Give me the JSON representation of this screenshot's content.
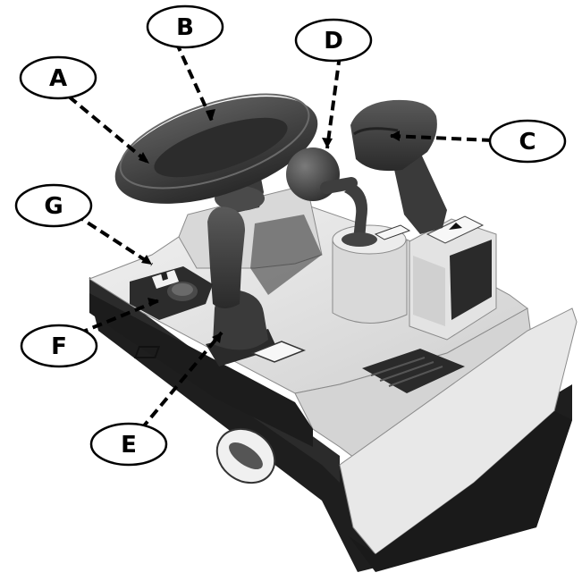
{
  "callouts": [
    {
      "id": "A",
      "label": "A"
    },
    {
      "id": "B",
      "label": "B"
    },
    {
      "id": "C",
      "label": "C"
    },
    {
      "id": "D",
      "label": "D"
    },
    {
      "id": "E",
      "label": "E"
    },
    {
      "id": "F",
      "label": "F"
    },
    {
      "id": "G",
      "label": "G"
    }
  ],
  "colors": {
    "background": "#ffffff",
    "body_light": "#e6e6e6",
    "body_mid": "#c9c9c9",
    "body_dark": "#1e1e1e",
    "control_dark": "#3c3c3c",
    "leader_line": "#000000"
  },
  "icons": [
    "steering-wheel-icon",
    "joystick-icon",
    "lever-icon",
    "button-icon"
  ]
}
